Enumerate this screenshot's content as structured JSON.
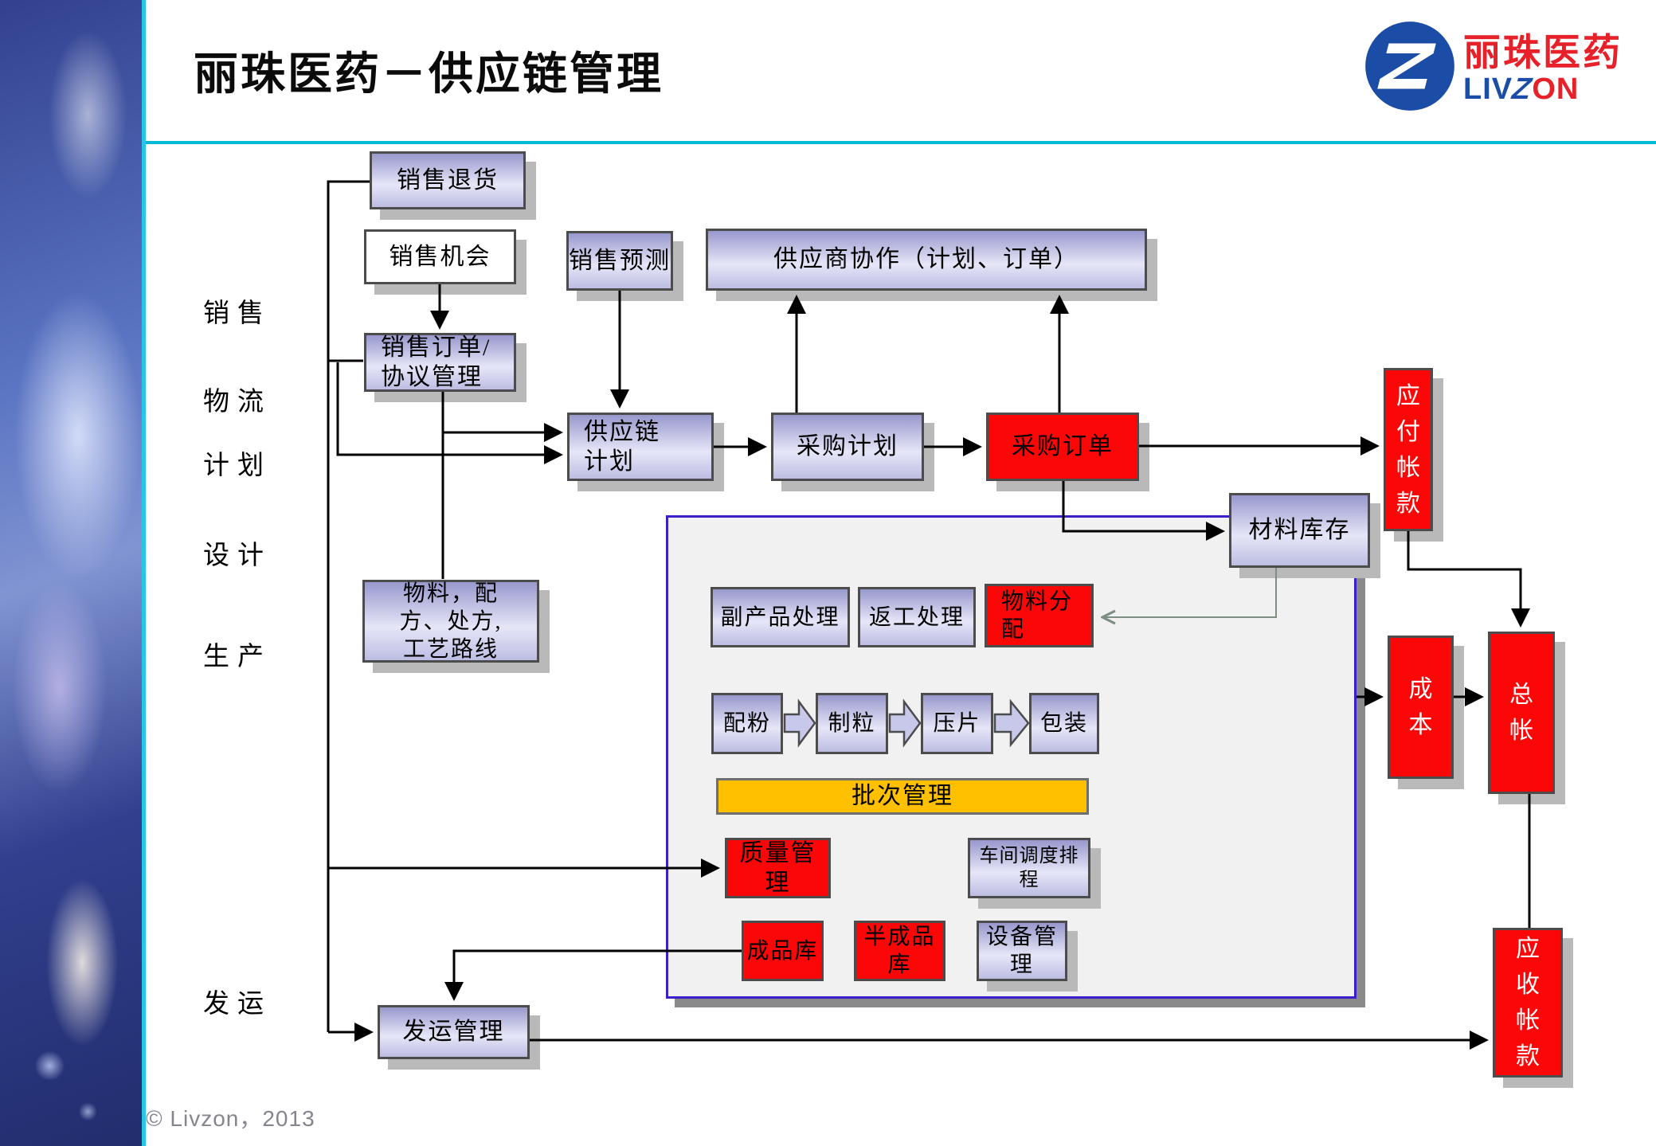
{
  "title": "丽珠医药－供应链管理",
  "logo": {
    "zh": "丽珠医药",
    "en_left": "LIV",
    "en_mid": "Z",
    "en_right": "ON"
  },
  "lanes": [
    "销售",
    "物流",
    "计划",
    "设计",
    "生产",
    "发运"
  ],
  "nodes": {
    "sales_return": "销售退货",
    "sales_opportunity": "销售机会",
    "sales_forecast": "销售预测",
    "supplier_collaboration": "供应商协作（计划、订单）",
    "sales_order": "销售订单/\n协议管理",
    "supply_chain_plan": "供应链\n计划",
    "purchase_plan": "采购计划",
    "purchase_order": "采购订单",
    "material_inventory": "材料库存",
    "material_bom": "物料，配\n方、处方,\n工艺路线",
    "byproduct": "副产品处理",
    "rework": "返工处理",
    "material_allocation": "物料分\n配",
    "step_powder": "配粉",
    "step_granulation": "制粒",
    "step_tableting": "压片",
    "step_packaging": "包装",
    "batch_management": "批次管理",
    "quality_management": "质量管理",
    "workshop_scheduling": "车间调度排程",
    "finished_goods_store": "成品库",
    "semi_finished_store": "半成品库",
    "equipment_management": "设备管理",
    "shipping_management": "发运管理",
    "accounts_payable": "应\n付\n帐\n款",
    "cost": "成\n本",
    "general_ledger": "总\n帐",
    "accounts_receivable": "应\n收\n帐\n款"
  },
  "footer": {
    "copyright": "© Livzon，2013"
  },
  "colors": {
    "accent_cyan": "#00b9d7",
    "node_purple_dark": "#9898cd",
    "node_purple_light": "#e6e6f8",
    "node_red": "#fb0707",
    "batch_orange": "#ffc000",
    "container_border": "#3b1fc9",
    "logo_blue": "#1b4ca6",
    "logo_red": "#e62129"
  }
}
